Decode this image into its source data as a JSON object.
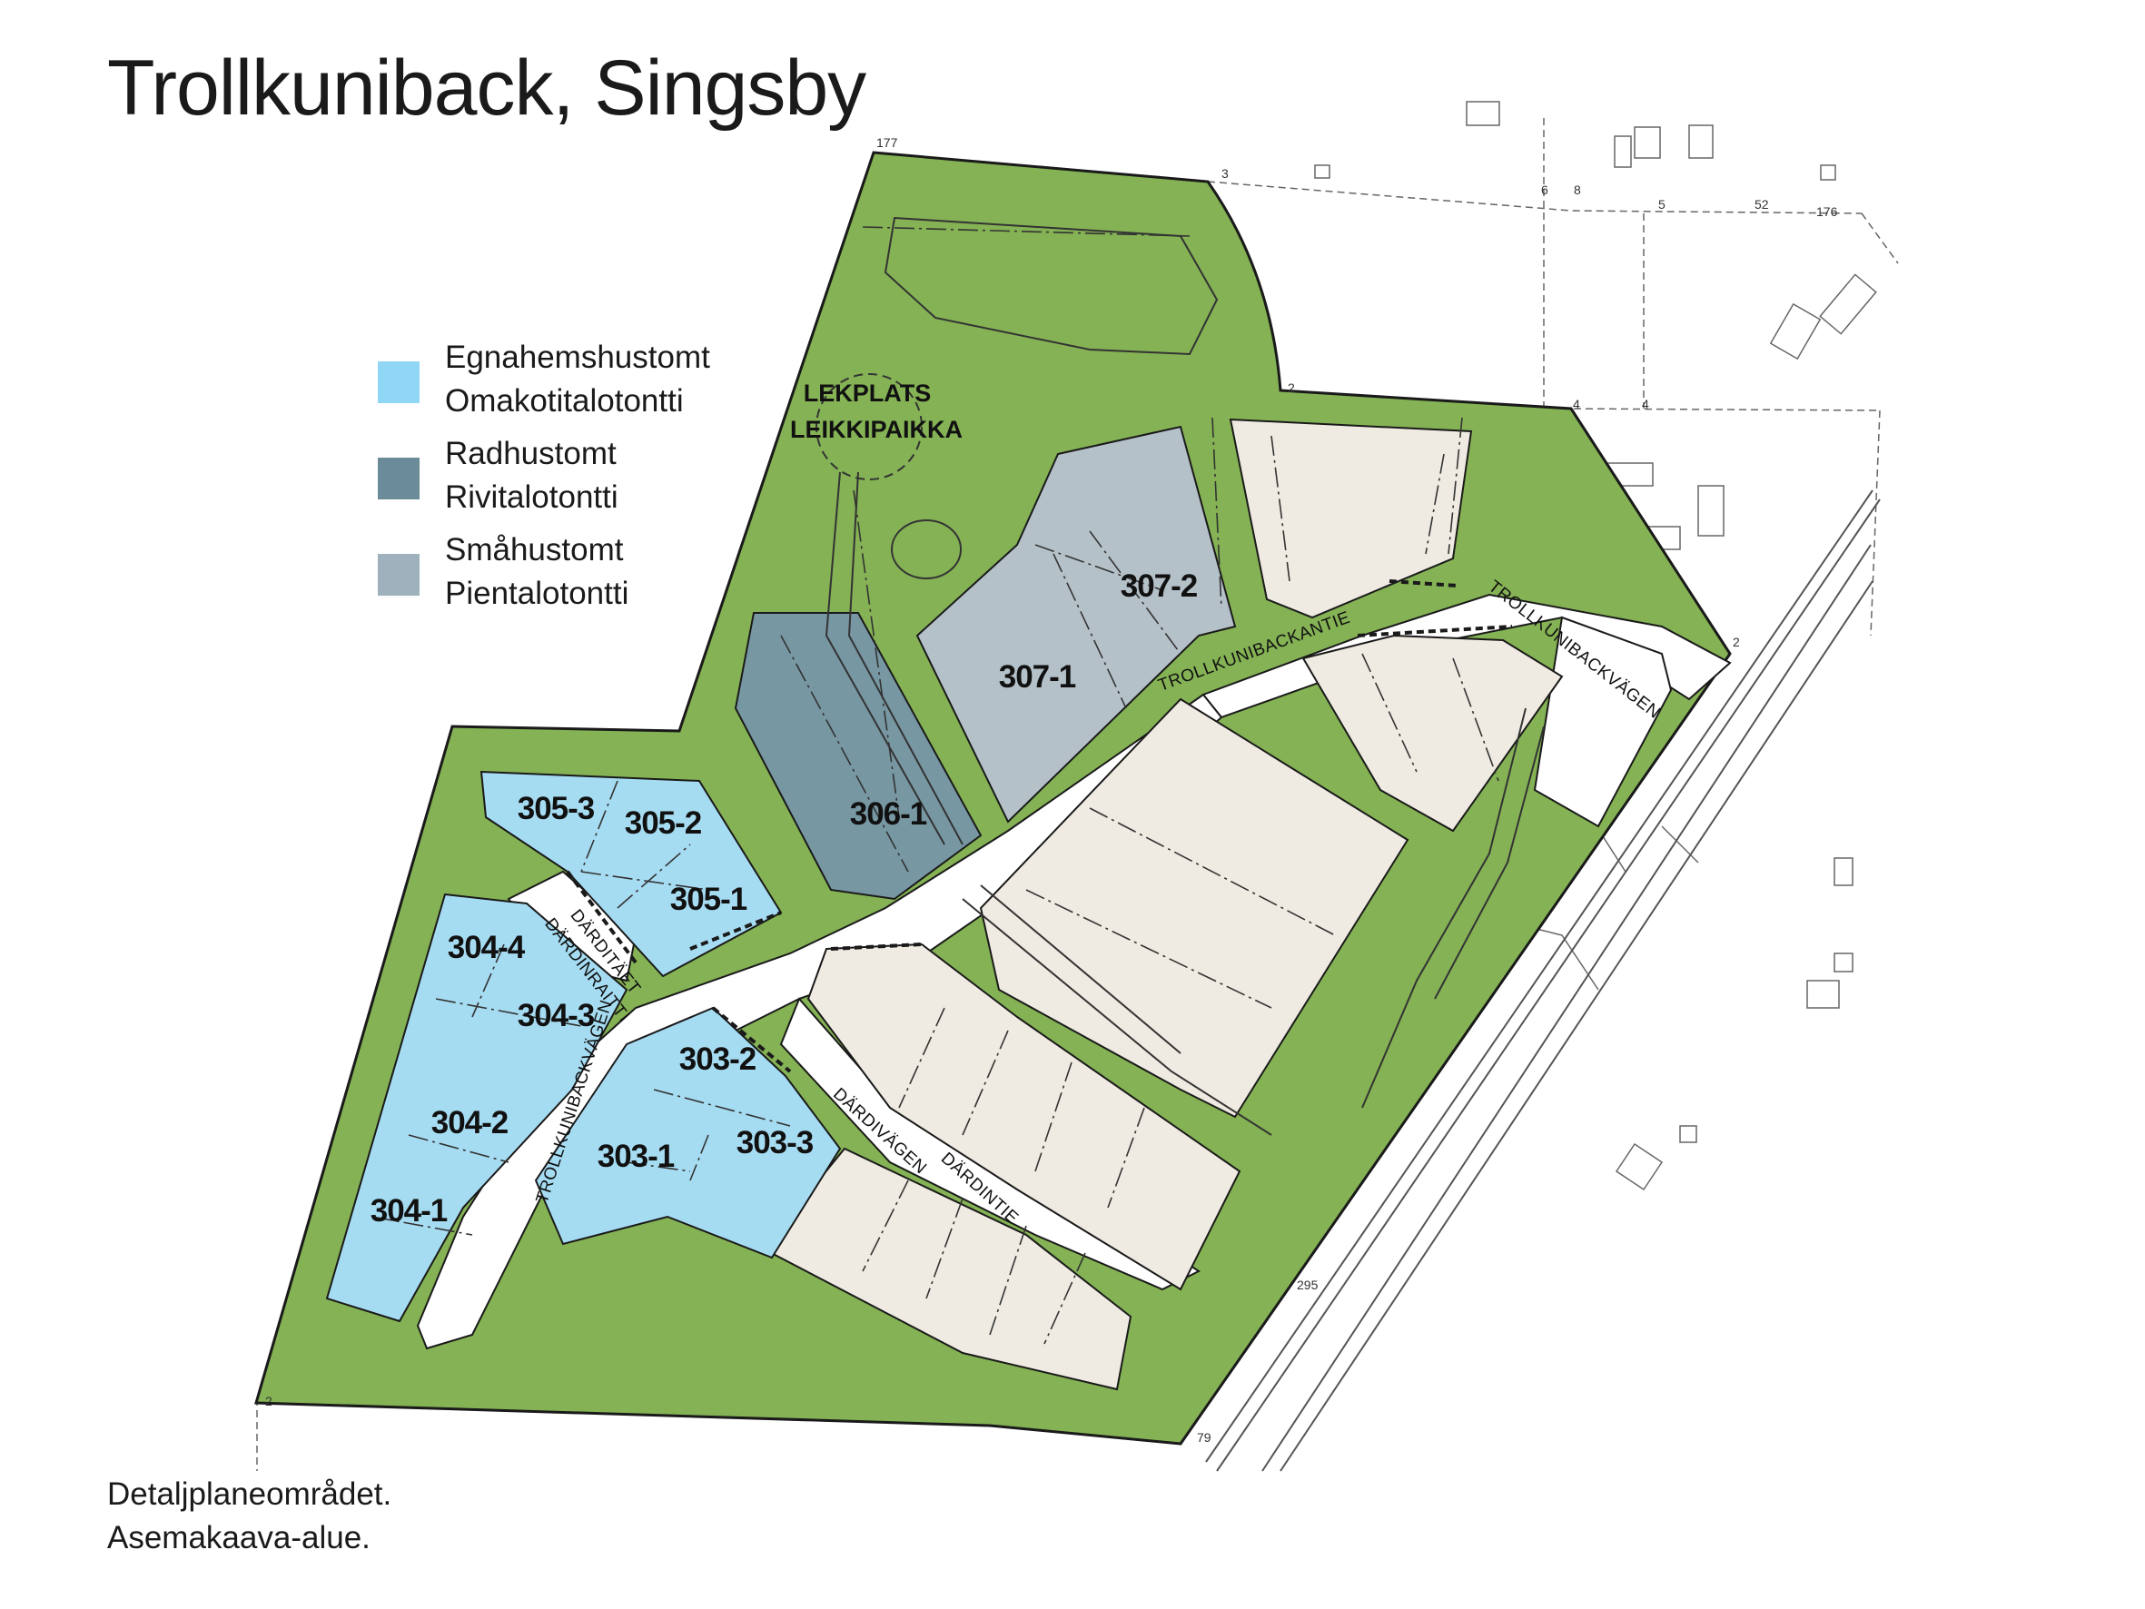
{
  "title": "Trollkuniback, Singsby",
  "colors": {
    "green_area": "#84b254",
    "egnahemshustomt": "#a6dcf2",
    "radhustomt": "#7797a3",
    "smahustomt": "#b5c1c9",
    "other_lots": "#efebe2",
    "outline": "#1a1a1a"
  },
  "legend": [
    {
      "line1": "Egnahemshustomt",
      "line2": "Omakotitalotontti",
      "color": "#8fd7f5"
    },
    {
      "line1": "Radhustomt",
      "line2": "Rivitalotontti",
      "color": "#6b8b99"
    },
    {
      "line1": "Småhustomt",
      "line2": "Pientalotontti",
      "color": "#9fb1bd"
    }
  ],
  "playground": {
    "line1": "LEKPLATS",
    "line2": "LEIKKIPAIKKA"
  },
  "lots": [
    "305-3",
    "305-2",
    "305-1",
    "304-4",
    "304-3",
    "304-2",
    "304-1",
    "303-2",
    "303-1",
    "303-3",
    "306-1",
    "307-1",
    "307-2"
  ],
  "roads": {
    "trollkunibackantie": "TROLLKUNIBACKANTIE",
    "trollkunibackvagen_east": "TROLLKUNIBACKVÄGEN",
    "trollkunibackvagen_west": "TROLLKUNIBACKVÄGEN",
    "darditaet": "DÄRDITÄET",
    "dardinraitti": "DÄRDINRAITTI",
    "dardivagen": "DÄRDIVÄGEN",
    "dardintie": "DÄRDINTIE"
  },
  "survey_points": [
    "177",
    "3",
    "6",
    "8",
    "5",
    "52",
    "176",
    "2",
    "4",
    "4",
    "2",
    "295",
    "79",
    "2"
  ],
  "footer": {
    "line1": "Detaljplaneområdet.",
    "line2": "Asemakaava-alue."
  }
}
